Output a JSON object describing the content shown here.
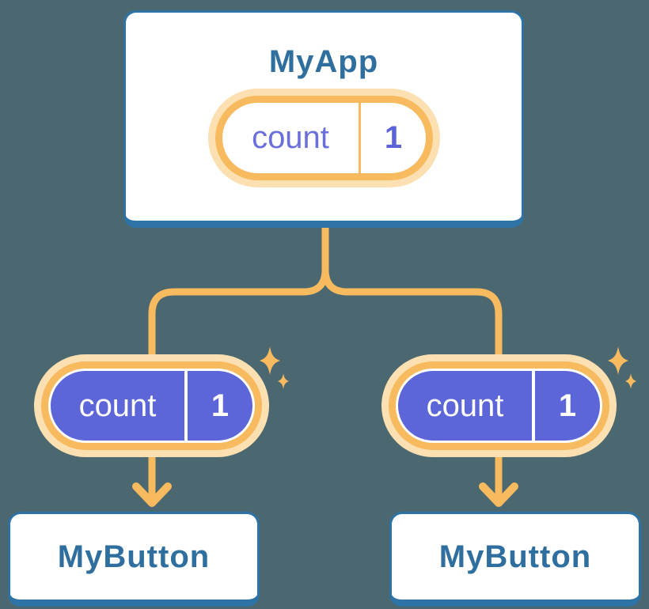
{
  "diagram": {
    "description": "Component tree sharing state from parent to children",
    "root": {
      "title": "MyApp",
      "state": {
        "name": "count",
        "value": "1"
      }
    },
    "children": [
      {
        "title": "MyButton",
        "prop": {
          "name": "count",
          "value": "1"
        }
      },
      {
        "title": "MyButton",
        "prop": {
          "name": "count",
          "value": "1"
        }
      }
    ],
    "icons": [
      "sparkles-icon",
      "arrow-down-icon"
    ],
    "colors": {
      "background": "#4B6870",
      "card_border": "#2D73A6",
      "card_title": "#2E6F9F",
      "accent_orange": "#F8BA5F",
      "accent_orange_light": "#FDE0B2",
      "state_purple": "#5C66D9",
      "state_text_purple": "#6A6FDB"
    }
  }
}
